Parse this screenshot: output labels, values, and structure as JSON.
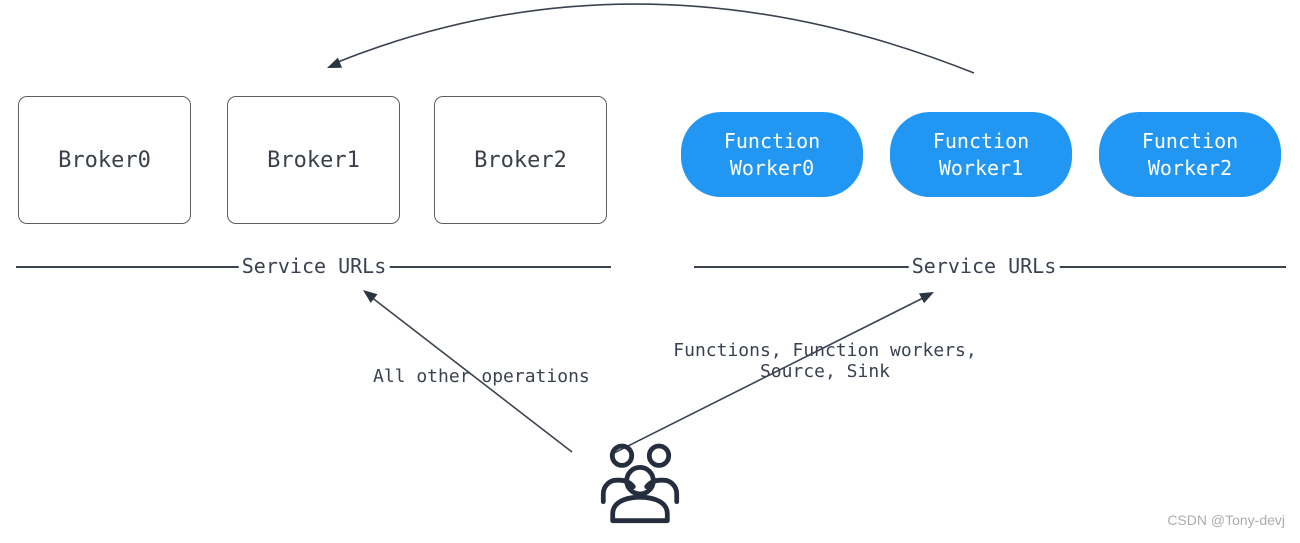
{
  "diagram": {
    "brokers": [
      {
        "label": "Broker0"
      },
      {
        "label": "Broker1"
      },
      {
        "label": "Broker2"
      }
    ],
    "function_workers": [
      {
        "line1": "Function",
        "line2": "Worker0"
      },
      {
        "line1": "Function",
        "line2": "Worker1"
      },
      {
        "line1": "Function",
        "line2": "Worker2"
      }
    ],
    "broker_bus_label": "Service URLs",
    "worker_bus_label": "Service URLs",
    "left_arrow_label": "All other operations",
    "right_arrow_label_line1": "Functions, Function workers,",
    "right_arrow_label_line2": "Source, Sink",
    "icons": {
      "users": "users-icon"
    },
    "colors": {
      "worker_fill": "#2196f3",
      "worker_text": "#ffffff",
      "line_stroke": "#3c4350",
      "box_border": "#5b6067",
      "text_dark": "#3a4252",
      "users_icon_stroke": "#252e3e",
      "watermark_gray": "#acacac"
    }
  },
  "watermark": "CSDN @Tony-devj"
}
